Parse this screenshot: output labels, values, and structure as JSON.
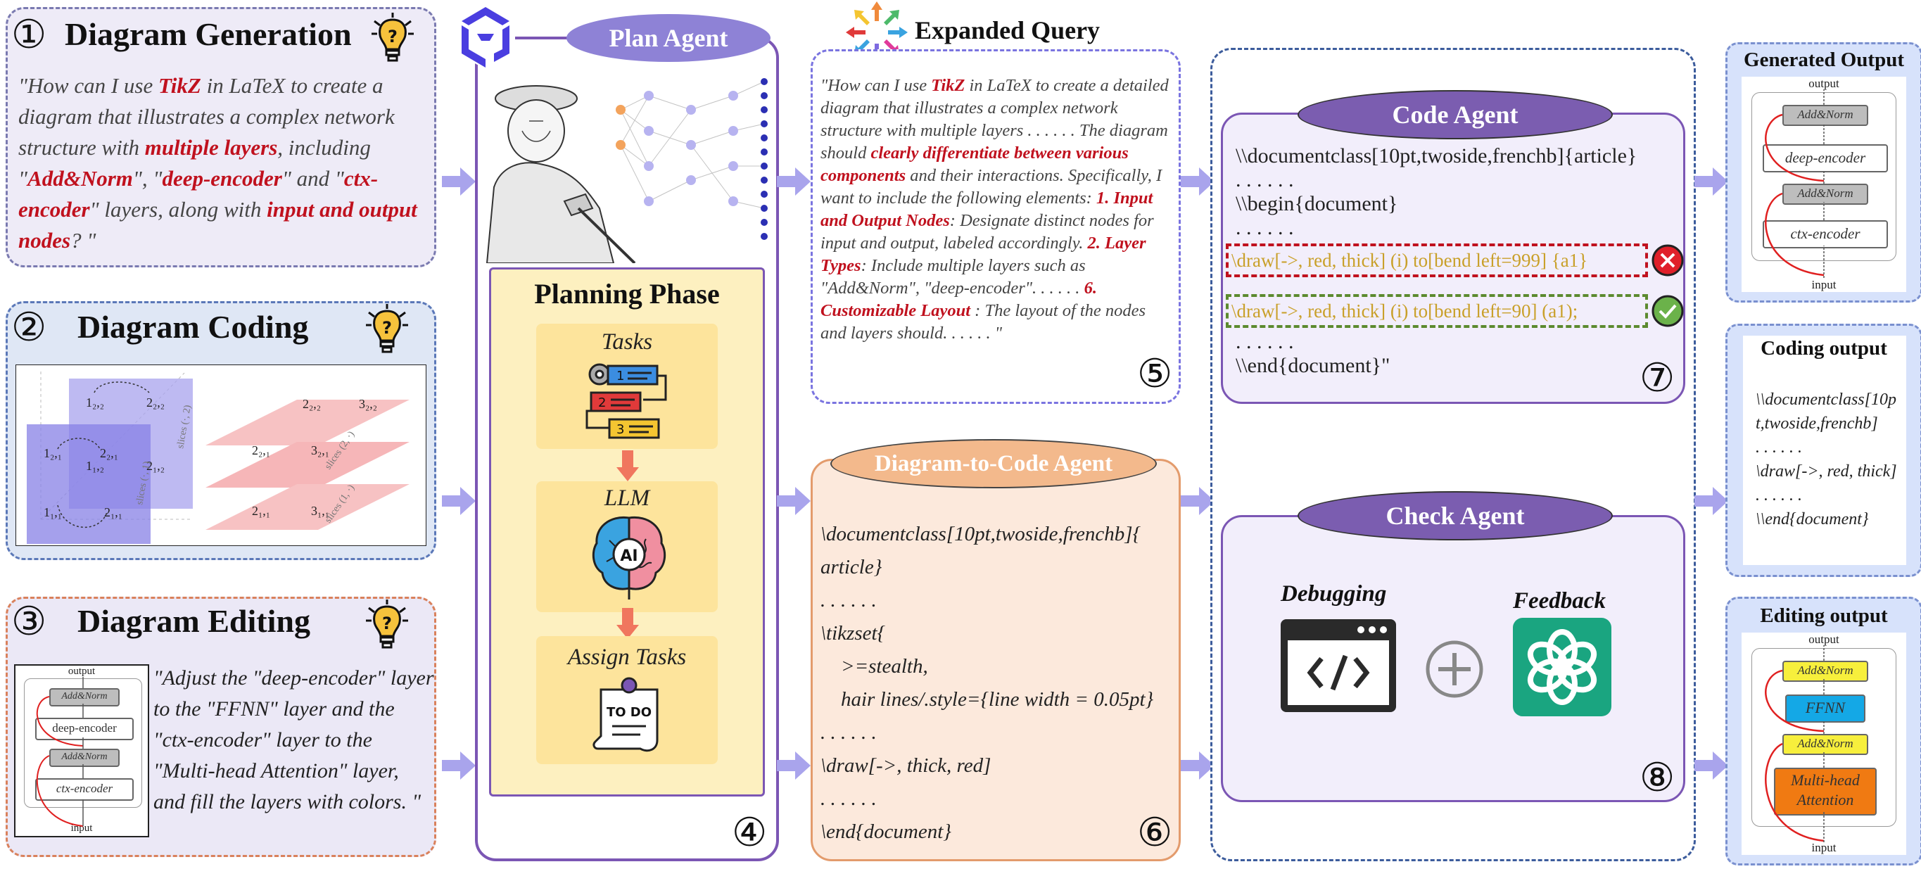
{
  "section1": {
    "num": "①",
    "title": "Diagram Generation",
    "quote_parts": [
      {
        "t": "\"How can I use ",
        "h": false
      },
      {
        "t": "TikZ",
        "h": true
      },
      {
        "t": " in LaTeX to create a diagram that illustrates a complex network structure with ",
        "h": false
      },
      {
        "t": "multiple layers",
        "h": true
      },
      {
        "t": ", including \"",
        "h": false
      },
      {
        "t": "Add&Norm",
        "h": true
      },
      {
        "t": "\", \"",
        "h": false
      },
      {
        "t": "deep-encoder",
        "h": true
      },
      {
        "t": "\" and \"",
        "h": false
      },
      {
        "t": "ctx-encoder",
        "h": true
      },
      {
        "t": "\" layers, along with ",
        "h": false
      },
      {
        "t": "input and output nodes",
        "h": true
      },
      {
        "t": "? \"",
        "h": false
      }
    ]
  },
  "section2": {
    "num": "②",
    "title": "Diagram Coding",
    "plot_labels": {
      "l1": "1₂,₂",
      "l2": "2₂,₂",
      "l3": "1₂,₁",
      "l4": "2₂,₁",
      "l5": "1₁,₂",
      "l6": "2₁,₂",
      "l7": "1₁,₁",
      "l8": "2₁,₁",
      "r1": "2₂,₂",
      "r2": "3₂,₂",
      "r3": "2₂,₁",
      "r4": "3₂,₁",
      "r5": "2₁,₁",
      "r6": "3₁,₁",
      "s1": "slices (·, 2)",
      "s2": "slices (·, 1)",
      "s3": "slices (2, ·)",
      "s4": "slices (1, ·)"
    }
  },
  "section3": {
    "num": "③",
    "title": "Diagram Editing",
    "quote": "\"Adjust the \"deep-encoder\" layer to the \"FFNN\" layer and the \"ctx-encoder\" layer to the \"Multi-head Attention\" layer, and fill the layers with colors. \"",
    "mini": {
      "output": "output",
      "addnorm": "Add&Norm",
      "deep": "deep-encoder",
      "ctx": "ctx-encoder",
      "input": "input"
    }
  },
  "plan_agent": {
    "label": "Plan Agent",
    "phase_title": "Planning Phase",
    "steps": [
      "Tasks",
      "LLM",
      "Assign Tasks"
    ],
    "todo": "TO DO",
    "ai": "AI",
    "num": "④"
  },
  "expanded_query": {
    "title": "Expanded Query",
    "num": "⑤",
    "parts": [
      {
        "t": "\"How can I use ",
        "h": false
      },
      {
        "t": "TikZ",
        "h": true
      },
      {
        "t": " in LaTeX to create a detailed diagram that illustrates a complex network structure with multiple layers . . . . . . The diagram should ",
        "h": false
      },
      {
        "t": "clearly differentiate between various components",
        "h": true
      },
      {
        "t": " and their interactions. Specifically, I want to include the following elements: ",
        "h": false
      },
      {
        "t": "1. Input and Output Nodes",
        "h": true
      },
      {
        "t": ": Designate distinct nodes for input and output, labeled accordingly. ",
        "h": false
      },
      {
        "t": "2. Layer Types",
        "h": true
      },
      {
        "t": ": Include multiple layers such as \"Add&Norm\", \"deep-encoder\". . . . . . ",
        "h": false
      },
      {
        "t": "6. Customizable Layout",
        "h": true
      },
      {
        "t": " : The layout of the nodes and layers should. . . . . . \"",
        "h": false
      }
    ]
  },
  "d2c_agent": {
    "label": "Diagram-to-Code Agent",
    "num": "⑥",
    "lines": [
      "\\documentclass[10pt,twoside,frenchb]{",
      "article}",
      ". . . . . .",
      "\\tikzset{",
      "    >=stealth,",
      "    hair lines/.style={line width = 0.05pt}",
      ". . . . . .",
      "\\draw[->, thick, red]",
      ". . . . . .",
      "\\end{document}"
    ]
  },
  "code_agent": {
    "label": "Code Agent",
    "num": "⑦",
    "line1": "\\\\documentclass[10pt,twoside,frenchb]{article}",
    "dots1": ". . . . . .",
    "line2": "\\\\begin{document}",
    "dots2": ". . . . . .",
    "wrong": "\\draw[->, red, thick] (i) to[bend left=999] {a1}",
    "right": "\\draw[->, red, thick] (i) to[bend left=90] (a1);",
    "dots3": ". . . . . .",
    "line3": "\\\\end{document}\""
  },
  "check_agent": {
    "label": "Check Agent",
    "num": "⑧",
    "debugging": "Debugging",
    "feedback": "Feedback"
  },
  "outputs": {
    "generated": {
      "title": "Generated Output",
      "output": "output",
      "addnorm": "Add&Norm",
      "deep": "deep-encoder",
      "ctx": "ctx-encoder",
      "input": "input"
    },
    "coding": {
      "title": "Coding output",
      "lines": [
        "\\\\documentclass[10p",
        "t,twoside,frenchb]",
        ". . . . . .",
        "\\draw[->, red, thick]",
        ". . . . . .",
        "\\\\end{document}"
      ]
    },
    "editing": {
      "title": "Editing output",
      "output": "output",
      "addnorm": "Add&Norm",
      "ffnn": "FFNN",
      "mha": "Multi-head Attention",
      "input": "input"
    }
  },
  "colors": {
    "purple": "#8e82d6",
    "blue_dash": "#5b78b8",
    "orange": "#f3b98c",
    "yellow": "#fdf0c0",
    "arrow": "#a9a4ec"
  }
}
